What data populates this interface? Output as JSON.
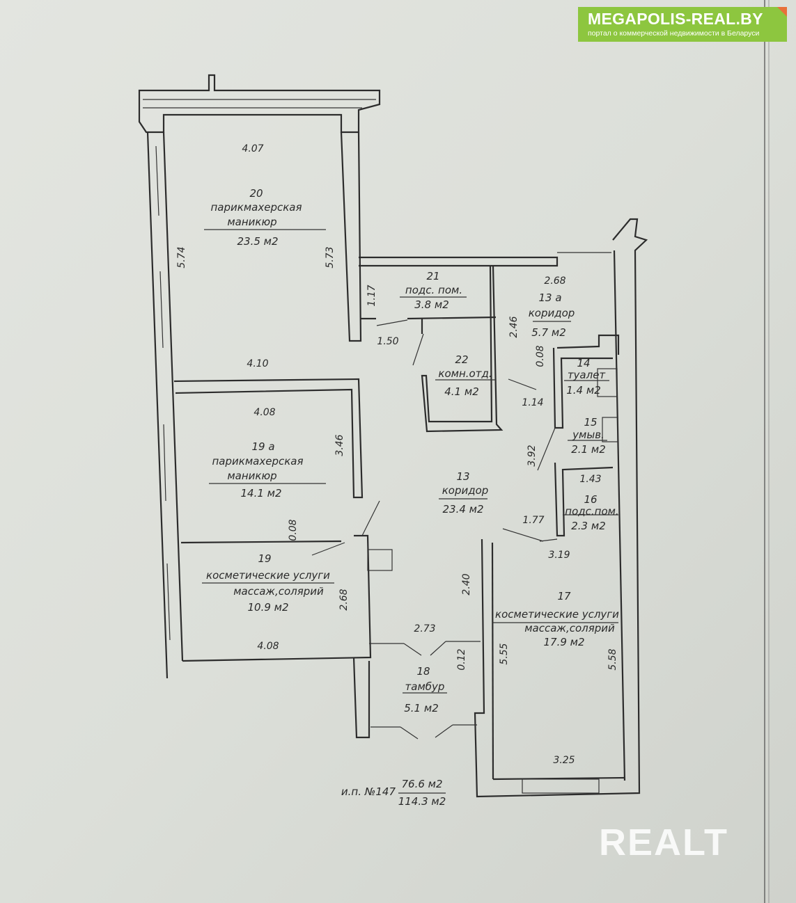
{
  "logo": {
    "title": "MEGAPOLIS-REAL.BY",
    "subtitle": "портал о коммерческой недвижимости в Беларуси"
  },
  "watermark": "REALT",
  "rooms": [
    {
      "num": "20",
      "name": [
        "парикмахерская",
        "маникюр"
      ],
      "area": "23.5 м2"
    },
    {
      "num": "21",
      "name": [
        "подс. пом."
      ],
      "area": "3.8 м2"
    },
    {
      "num": "13 а",
      "name": [
        "коридор"
      ],
      "area": "5.7 м2"
    },
    {
      "num": "22",
      "name": [
        "комн.отд."
      ],
      "area": "4.1 м2"
    },
    {
      "num": "14",
      "name": [
        "туалет"
      ],
      "area": "1.4 м2"
    },
    {
      "num": "15",
      "name": [
        "умыв."
      ],
      "area": "2.1 м2"
    },
    {
      "num": "19 а",
      "name": [
        "парикмахерская",
        "маникюр"
      ],
      "area": "14.1 м2"
    },
    {
      "num": "13",
      "name": [
        "коридор"
      ],
      "area": "23.4 м2"
    },
    {
      "num": "16",
      "name": [
        "подс.пом."
      ],
      "area": "2.3 м2"
    },
    {
      "num": "19",
      "name": [
        "косметические услуги",
        "массаж,солярий"
      ],
      "area": "10.9 м2"
    },
    {
      "num": "17",
      "name": [
        "косметические услуги",
        "массаж,солярий"
      ],
      "area": "17.9 м2"
    },
    {
      "num": "18",
      "name": [
        "тамбур"
      ],
      "area": "5.1 м2"
    }
  ],
  "dimensions": [
    "4.07",
    "5.74",
    "5.73",
    "1.17",
    "2.68",
    "1.50",
    "2.46",
    "0.08",
    "4.10",
    "1.14",
    "4.08",
    "3.46",
    "3.92",
    "1.43",
    "0.08",
    "1.77",
    "3.19",
    "2.40",
    "2.68",
    "2.73",
    "0.12",
    "5.55",
    "5.58",
    "4.08",
    "3.25"
  ],
  "footer": {
    "label": "и.п. №147",
    "area_top": "76.6 м2",
    "area_bottom": "114.3 м2"
  }
}
